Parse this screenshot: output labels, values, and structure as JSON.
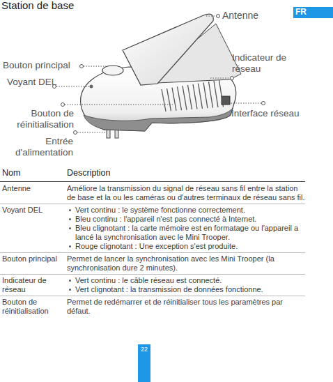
{
  "diagram": {
    "title": "Station de base",
    "labels": [
      "FR",
      "Antenne",
      "Bouton principal",
      "Voyant DEL",
      "Indicateur de réseau",
      "Bouton de réinitialisation",
      "Interface réseau",
      "Entrée d'alimentation",
      "Nom",
      "Description",
      "Antenne",
      "Améliore la transmission du signal de réseau sans fil entre la station de base et la ou les caméras ou d'autres terminaux de réseau sans fil.",
      "Voyant DEL",
      "Vert continu : le système fonctionne correctement.",
      "Bleu continu : l'appareil n'est pas connecté à Internet.",
      "Bleu clignotant : la carte mémoire est en formatage ou l'appareil a lancé la synchronisation avec le Mini Trooper.",
      "Rouge clignotant : Une exception s'est produite.",
      "Bouton principal",
      "Permet de lancer la synchronisation avec les Mini Trooper (la synchronisation dure 2 minutes).",
      "Indicateur de réseau",
      "Vert continu : le câble réseau est connecté.",
      "Vert clignotant : la transmission de données fonctionne.",
      "Bouton de réinitialisation",
      "Permet de redémarrer et de réinitialiser tous les paramètres par défaut.",
      "22"
    ]
  }
}
